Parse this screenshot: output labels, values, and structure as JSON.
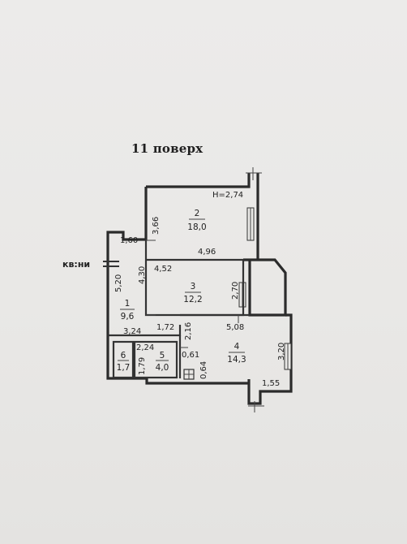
{
  "title": "11 поверх",
  "entry_label": "кв:ни",
  "ceiling_height": "H=2,74",
  "rooms": [
    {
      "number": "1",
      "area": "9,6"
    },
    {
      "number": "2",
      "area": "18,0"
    },
    {
      "number": "3",
      "area": "12,2"
    },
    {
      "number": "4",
      "area": "14,3"
    },
    {
      "number": "5",
      "area": "4,0"
    },
    {
      "number": "6",
      "area": "1,7"
    }
  ],
  "dimensions": {
    "d366": "3,66",
    "d160": "1,60",
    "d496": "4,96",
    "d452": "4,52",
    "d430": "4,30",
    "d520": "5,20",
    "d270": "2,70",
    "d324": "3,24",
    "d172": "1,72",
    "d216": "2,16",
    "d508": "5,08",
    "d224": "2,24",
    "d179": "1,79",
    "d061": "0,61",
    "d064": "0,64",
    "d320": "3,20",
    "d155": "1,55"
  },
  "colors": {
    "wall": "#2b2b2b",
    "paper": "#ebeae8",
    "ink": "#222222"
  }
}
